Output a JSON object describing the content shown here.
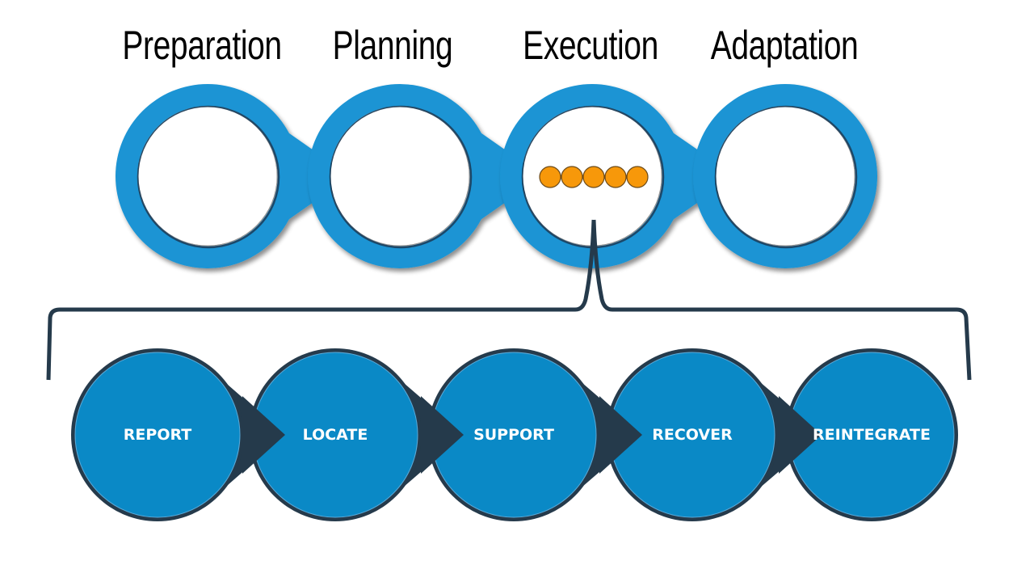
{
  "phases": [
    {
      "label": "Preparation"
    },
    {
      "label": "Planning"
    },
    {
      "label": "Execution"
    },
    {
      "label": "Adaptation"
    }
  ],
  "expanded_phase": "Execution",
  "execution_dots": 5,
  "steps": [
    {
      "label": "REPORT"
    },
    {
      "label": "LOCATE"
    },
    {
      "label": "SUPPORT"
    },
    {
      "label": "RECOVER"
    },
    {
      "label": "REINTEGRATE"
    }
  ],
  "colors": {
    "ring": "#1a94d4",
    "ring_shadow": "#1b3a55",
    "dot_fill": "#f7980a",
    "dot_stroke": "#6b4a1a",
    "bracket": "#253a4b",
    "step_fill": "#0a89c6",
    "step_border": "#253a4b",
    "step_text": "#ffffff"
  }
}
